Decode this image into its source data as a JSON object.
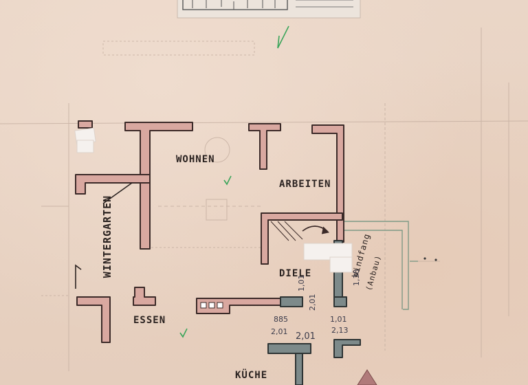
{
  "rooms": {
    "wohnen": "WOHNEN",
    "arbeiten": "ARBEITEN",
    "wintergarten": "WINTERGARTEN",
    "diele": "DIELE",
    "essen": "ESSEN",
    "kueche": "KÜCHE",
    "windfang": "Windfang",
    "windfang_note": "(Anbau)"
  },
  "dimensions": {
    "d1": "1,01",
    "d2": "2,01",
    "d3": "885",
    "d4": "2,01",
    "d5": "2,01",
    "d6": "1,01",
    "d7": "2,13",
    "d8": "1,38"
  },
  "colors": {
    "paper": "#e8d2c2",
    "wall_fill": "#d9a8a0",
    "wall_stroke": "#3b2a28",
    "new_wall_fill": "#7d8a8a",
    "pencil": "#b9a89e",
    "check": "#3aa55a"
  }
}
